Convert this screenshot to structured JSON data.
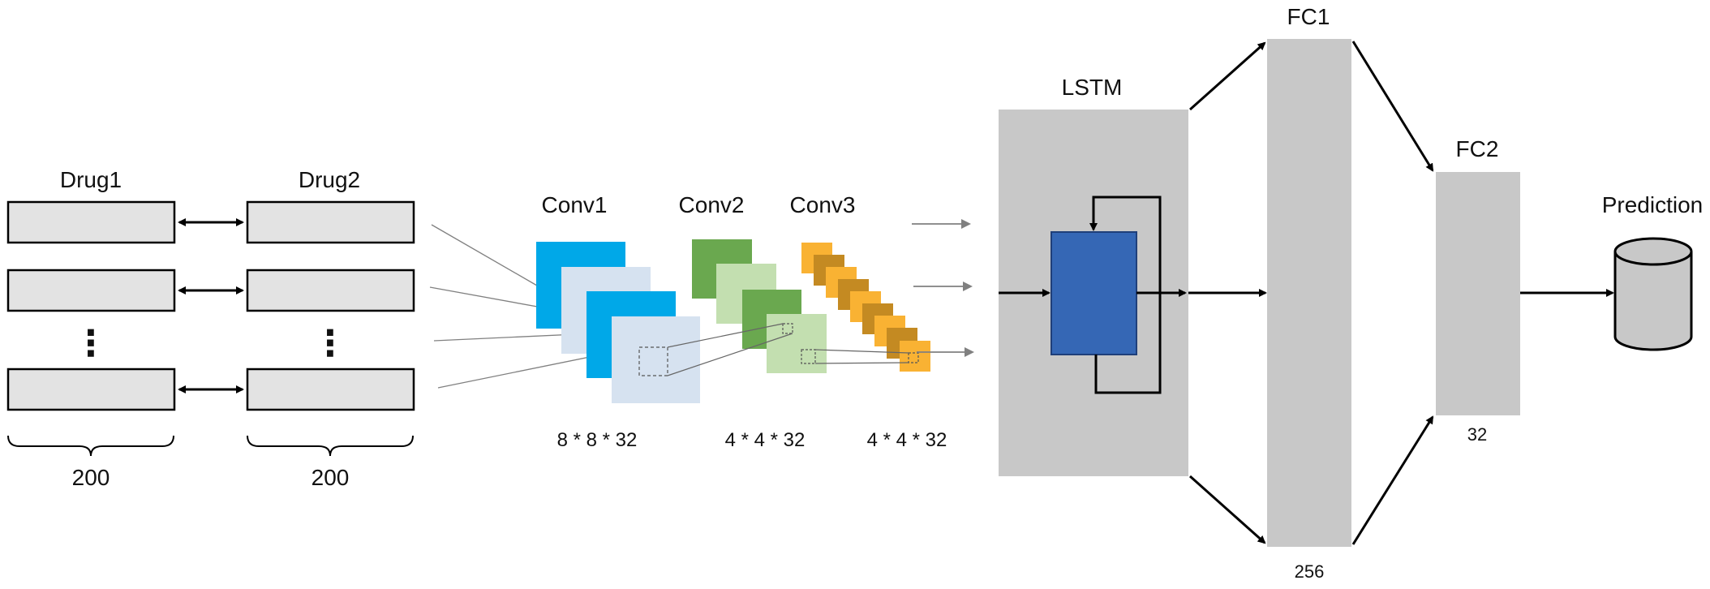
{
  "labels": {
    "drug1": "Drug1",
    "drug2": "Drug2",
    "drug_dim_left": "200",
    "drug_dim_right": "200",
    "ellipsis": "⋮",
    "conv1": "Conv1",
    "conv2": "Conv2",
    "conv3": "Conv3",
    "conv1_dim": "8 * 8 * 32",
    "conv2_dim": "4 * 4 * 32",
    "conv3_dim": "4 * 4 * 32",
    "lstm": "LSTM",
    "fc1": "FC1",
    "fc1_dim": "256",
    "fc2": "FC2",
    "fc2_dim": "32",
    "prediction": "Prediction"
  },
  "colors": {
    "gray_box": "#e3e3e3",
    "layer_gray": "#c8c8c8",
    "conv1_main": "#00a8e8",
    "conv1_light": "#d6e2f0",
    "conv2_main": "#6aa84f",
    "conv2_light": "#c3dfb0",
    "conv3_main": "#f9b233",
    "conv3_dark": "#c48a22",
    "lstm_cell": "#3567b5",
    "lstm_cell_border": "#1f3f7a"
  }
}
